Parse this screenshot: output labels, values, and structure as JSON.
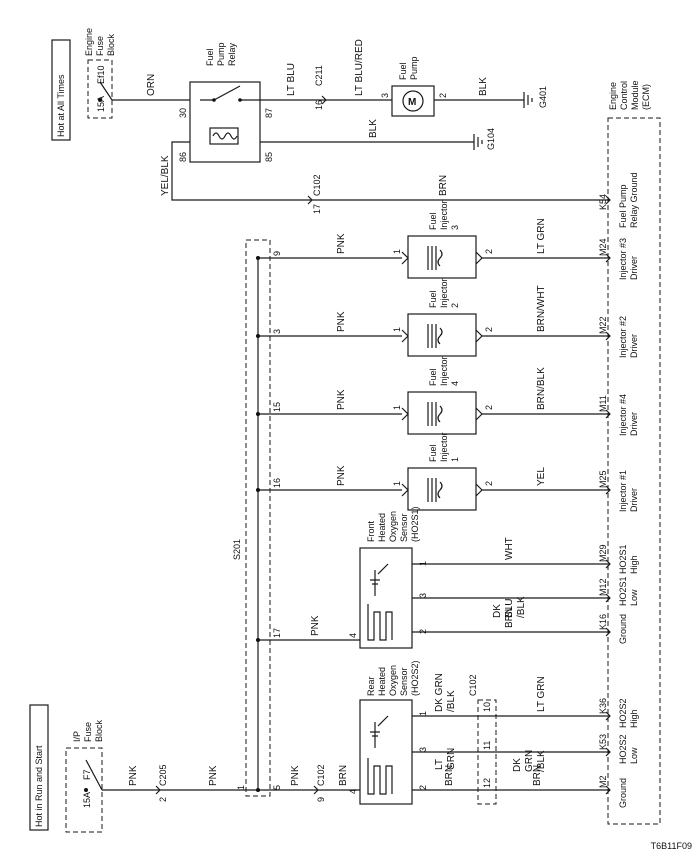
{
  "header_top": "Hot at All Times",
  "header_bottom": "Hot in Run and Start",
  "engine_fuse_block": "Engine Fuse Block",
  "ef10": "Ef10",
  "amp_15a": "15A",
  "ip_fuse_block": "I/P Fuse Block",
  "f7": "F7",
  "relay_name": "Fuel Pump Relay",
  "pump_name": "Fuel Pump",
  "motor_symbol": "M",
  "ecm": "Engine Control Module (ECM)",
  "splice": "S201",
  "g401": "G401",
  "g104": "G104",
  "c211": "C211",
  "c102": "C102",
  "c205": "C205",
  "wires": {
    "orn": "ORN",
    "lt_blu": "LT BLU",
    "lt_blu_red": "LT BLU/RED",
    "blk": "BLK",
    "yel_blk": "YEL/BLK",
    "brn": "BRN",
    "pnk": "PNK",
    "lt_grn": "LT GRN",
    "brn_wht": "BRN/WHT",
    "brn_blk": "BRN/BLK",
    "yel": "YEL",
    "wht": "WHT",
    "dk_blu_blk": "DK BLU /BLK",
    "dk_grn_blk": "DK GRN /BLK",
    "lt_grn2": "LT GRN",
    "dk_grn_blk2": "DK GRN /BLK"
  },
  "pins": {
    "r30": "30",
    "r87": "87",
    "r86": "86",
    "r85": "85",
    "p16": "16",
    "p3": "3",
    "p2": "2",
    "c102_17": "17",
    "c205_2": "2",
    "s1": "1",
    "s5": "5",
    "s9": "9",
    "s3": "3",
    "s15": "15",
    "s16": "16",
    "s17": "17",
    "c102_9": "9",
    "c102_10": "10",
    "c102_11": "11",
    "c102_12": "12",
    "inj1": "1",
    "inj2": "2",
    "h4": "4",
    "h3": "3",
    "h1": "1"
  },
  "injectors": [
    {
      "name": "Fuel Injector 3",
      "ecm_pin": "M24",
      "ecm_label": "Injector #3 Driver"
    },
    {
      "name": "Fuel Injector 2",
      "ecm_pin": "M22",
      "ecm_label": "Injector #2 Driver"
    },
    {
      "name": "Fuel Injector 4",
      "ecm_pin": "M11",
      "ecm_label": "Injector #4 Driver"
    },
    {
      "name": "Fuel Injector 1",
      "ecm_pin": "M25",
      "ecm_label": "Injector #1 Driver"
    }
  ],
  "front_sensor": "Front Heated Oxygen Sensor (HO2S1)",
  "rear_sensor": "Rear Heated Oxygen Sensor (HO2S2)",
  "ecm_pins": {
    "k54": "K54",
    "k54_label": "Fuel Pump Relay Ground",
    "m29": "M29",
    "m29_label": "HO2S1 High",
    "m12": "M12",
    "m12_label": "HO2S1 Low",
    "k16": "K16",
    "k16_label": "Ground",
    "k36": "K36",
    "k36_label": "HO2S2 High",
    "k53": "K53",
    "k53_label": "HO2S2 Low",
    "m2": "M2",
    "m2_label": "Ground"
  },
  "drawing_code": "T6B11F09"
}
